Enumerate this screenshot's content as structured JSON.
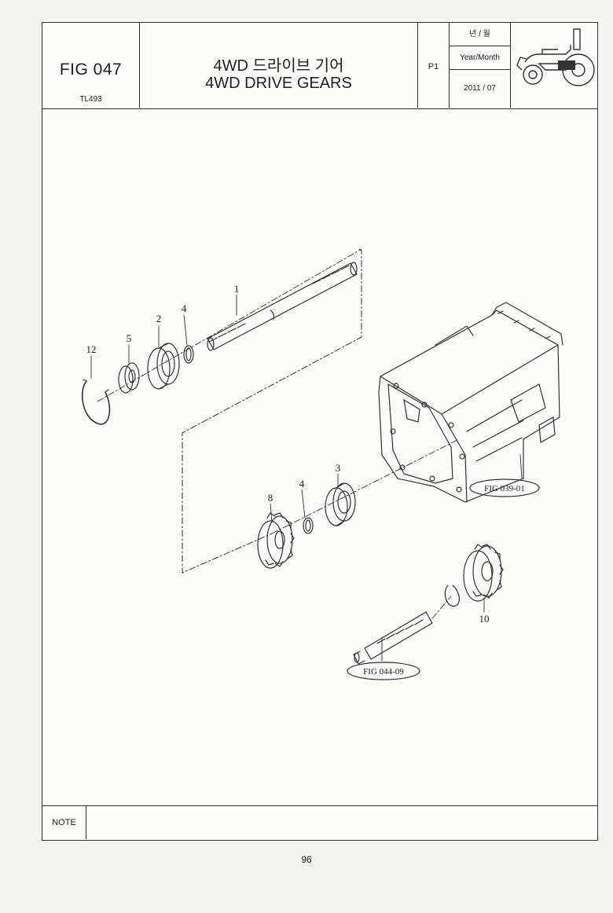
{
  "header": {
    "fig_no": "FIG 047",
    "model": "TL493",
    "title_ko": "4WD 드라이브 기어",
    "title_en": "4WD DRIVE GEARS",
    "page": "P1",
    "date_label_ko": "년 / 월",
    "date_label_en": "Year/Month",
    "date_value": "2011 / 07",
    "logo_icon": "tractor-icon"
  },
  "callouts": {
    "c1": "1",
    "c2": "2",
    "c4a": "4",
    "c5": "5",
    "c12": "12",
    "c3": "3",
    "c4b": "4",
    "c8": "8",
    "c10": "10"
  },
  "refs": {
    "housing": "FIG 039-01",
    "shaft": "FIG 044-09"
  },
  "note": {
    "label": "NOTE",
    "text": ""
  },
  "footer": {
    "page_number": "96"
  },
  "colors": {
    "line": "#333333",
    "paper": "#fbfbf8"
  }
}
